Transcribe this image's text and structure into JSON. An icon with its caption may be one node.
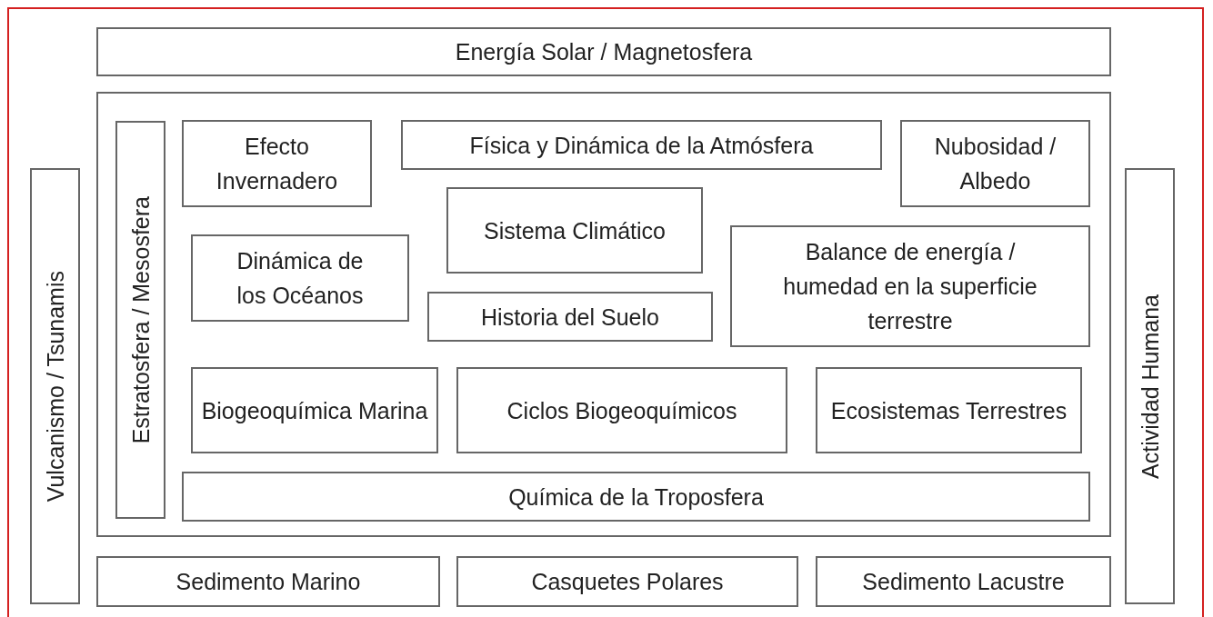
{
  "diagram": {
    "nodes": [
      {
        "text": [
          "Energía Solar / Magnetosfera"
        ]
      },
      {
        "text": [
          "Vulcanismo / Tsunamis"
        ]
      },
      {
        "text": [],
        "shape": "box"
      },
      {
        "text": [
          "Estratosfera / Mesosfera"
        ],
        "in": 2
      },
      {
        "text": [
          "Efecto Invernadero"
        ],
        "in": 2
      },
      {
        "text": [
          "Física y Dinámica de la Atmósfera"
        ],
        "in": 2
      },
      {
        "text": [
          "Nubosidad / Albedo"
        ],
        "in": 2
      },
      {
        "text": [
          "Sistema Climático"
        ],
        "in": 2
      },
      {
        "text": [
          "Dinámica de los Océanos"
        ],
        "in": 2
      },
      {
        "text": [
          "Balance de energía / humedad en la superficie terrestre"
        ],
        "in": 2
      },
      {
        "text": [
          "Historia del Suelo"
        ],
        "in": 2
      },
      {
        "text": [
          "Biogeoquímica Marina"
        ],
        "in": 2
      },
      {
        "text": [
          "Ciclos Biogeoquímicos"
        ],
        "in": 2
      },
      {
        "text": [
          "Ecosistemas Terrestres"
        ],
        "in": 2
      },
      {
        "text": [
          "Química de la Troposfera"
        ],
        "in": 2
      },
      {
        "text": [
          "Actividad Humana"
        ]
      },
      {
        "text": [
          "Sedimento Marino"
        ]
      },
      {
        "text": [
          "Casquetes Polares"
        ]
      },
      {
        "text": [
          "Sedimento Lacustre"
        ]
      }
    ]
  }
}
